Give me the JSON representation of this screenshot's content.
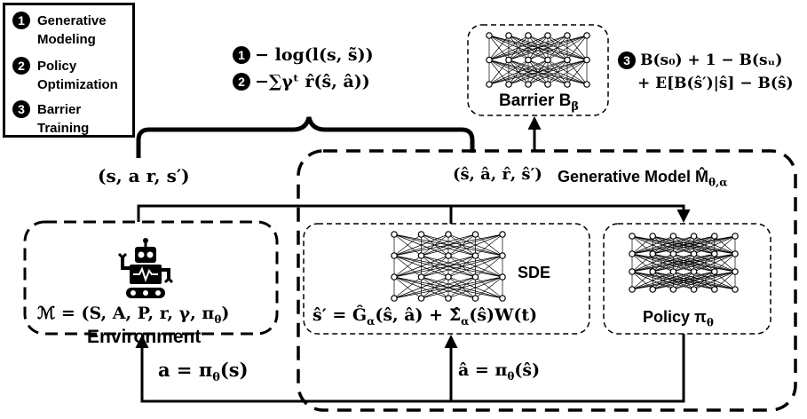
{
  "legend": {
    "items": [
      {
        "num": "1",
        "label_line1": "Generative",
        "label_line2": "Modeling"
      },
      {
        "num": "2",
        "label_line1": "Policy",
        "label_line2": "Optimization"
      },
      {
        "num": "3",
        "label_line1": "Barrier",
        "label_line2": "Training"
      }
    ]
  },
  "losses": {
    "loss1_num": "1",
    "loss1": "− log(l(s, s̃))",
    "loss2_num": "2",
    "loss2": "−∑γᵗ r̂(ŝ, â))"
  },
  "barrier": {
    "label": "Barrier B",
    "label_sub": "β",
    "loss_num": "3",
    "loss_line1": "B(s₀) + 1 − B(sᵤ)",
    "loss_line2": "+ E[B(ŝ′)|ŝ] − B(ŝ)"
  },
  "tuples": {
    "real": "(s, a r, s′)",
    "generated": "(ŝ, â, r̂, ŝ′)"
  },
  "generative_model": {
    "label": "Generative Model M̂",
    "label_sub": "θ,α"
  },
  "environment": {
    "formula": "ℳ = (S, A, P, r, γ, π",
    "formula_sub": "θ",
    "formula_end": ")",
    "label": "Environment"
  },
  "sde": {
    "label": "SDE",
    "equation": "ŝ′ = Ĝ",
    "equation_sub": "α",
    "equation_mid": "(ŝ, â) + Σ̂",
    "equation_sub2": "α",
    "equation_end": "(ŝ)W(t)"
  },
  "policy": {
    "label": "Policy π",
    "label_sub": "θ"
  },
  "actions": {
    "real_action": "a = π",
    "real_action_sub": "θ",
    "real_action_end": "(s)",
    "gen_action": "â = π",
    "gen_action_sub": "θ",
    "gen_action_end": "(ŝ)"
  },
  "colors": {
    "stroke": "#000000",
    "background": "#ffffff"
  }
}
